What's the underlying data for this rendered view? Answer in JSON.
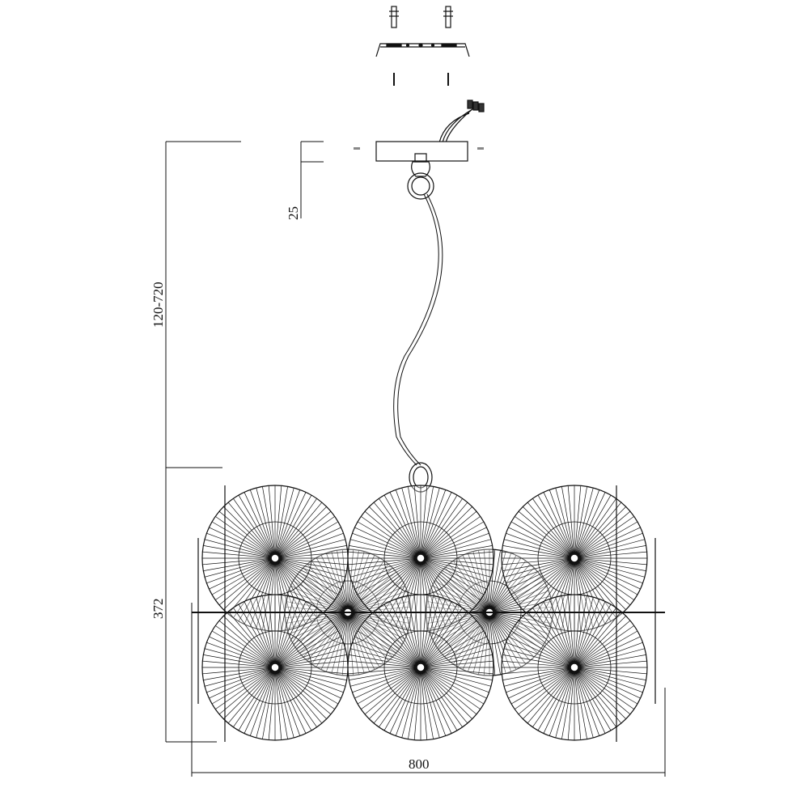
{
  "drawing": {
    "dimensions": {
      "canopy_height": "25",
      "total_drop": "120-720",
      "body_height": "372",
      "body_width": "800"
    },
    "colors": {
      "line": "#111111",
      "background": "#ffffff"
    },
    "disc_count": 8
  }
}
